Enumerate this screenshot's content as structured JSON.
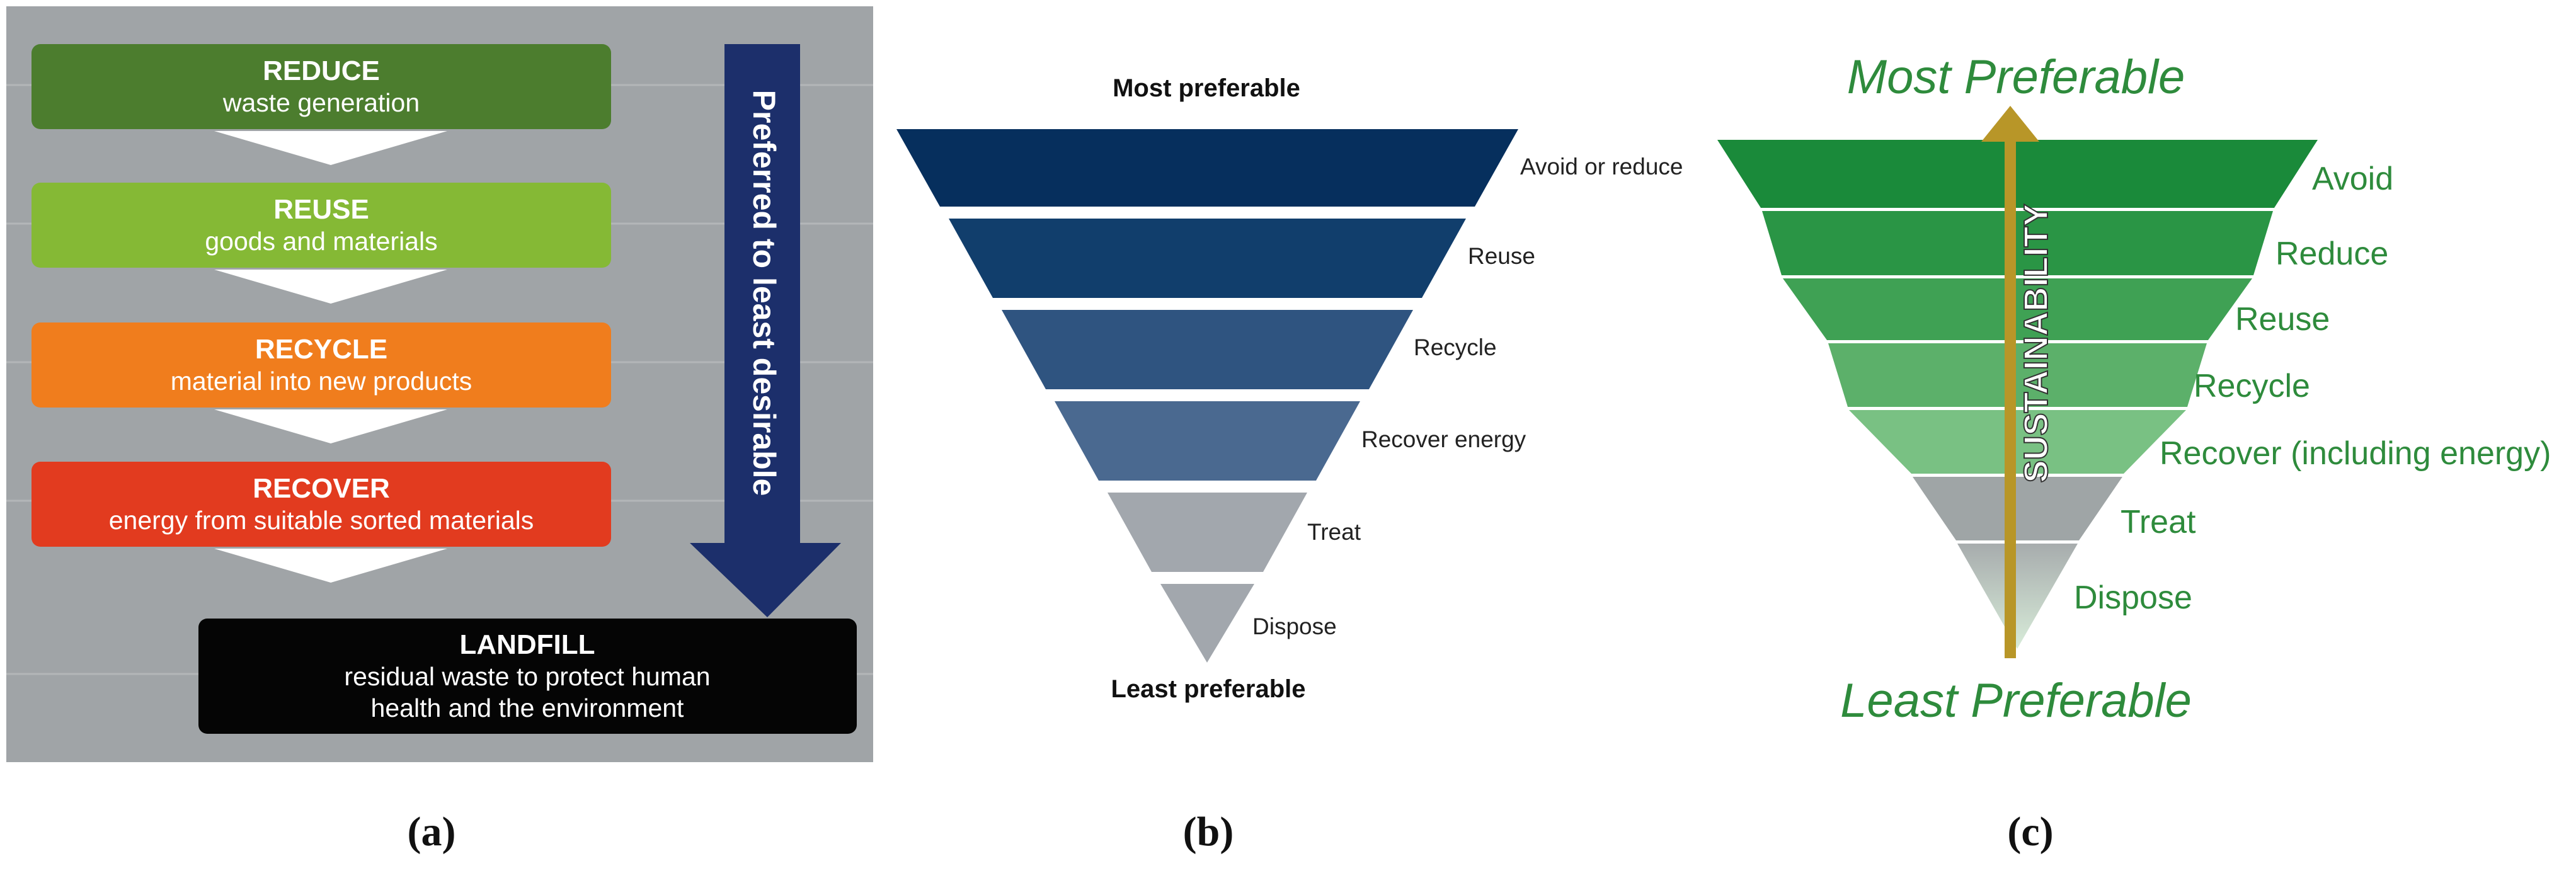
{
  "panel_a": {
    "steps": [
      {
        "title": "REDUCE",
        "subtitle": "waste generation",
        "color": "#4c7d2e"
      },
      {
        "title": "REUSE",
        "subtitle": "goods and materials",
        "color": "#85b935"
      },
      {
        "title": "RECYCLE",
        "subtitle": "material into new products",
        "color": "#f07d1d"
      },
      {
        "title": "RECOVER",
        "subtitle": "energy from suitable sorted materials",
        "color": "#e23b1f"
      }
    ],
    "final": {
      "title": "LANDFILL",
      "subtitle_line1": "residual waste to protect human",
      "subtitle_line2": "health and the environment",
      "color": "#050505"
    },
    "arrow_label": "Preferred to least desirable",
    "arrow_color": "#1c2f6b",
    "background": "#a0a4a7"
  },
  "panel_b": {
    "top_label": "Most preferable",
    "bottom_label": "Least preferable",
    "levels": [
      {
        "label": "Avoid or reduce",
        "color": "#062f5d"
      },
      {
        "label": "Reuse",
        "color": "#113e6c"
      },
      {
        "label": "Recycle",
        "color": "#2f5480"
      },
      {
        "label": "Recover energy",
        "color": "#4a6990"
      },
      {
        "label": "Treat",
        "color": "#a2a7ad"
      },
      {
        "label": "Dispose",
        "color": "#a2a7ad"
      }
    ]
  },
  "panel_c": {
    "top_label": "Most Preferable",
    "bottom_label": "Least Preferable",
    "arrow_label": "SUSTAINABILITY",
    "arrow_color": "#b89628",
    "text_color": "#2e8b3c",
    "levels": [
      {
        "label": "Avoid",
        "color": "#1a8a3a"
      },
      {
        "label": "Reduce",
        "color": "#2a9545"
      },
      {
        "label": "Reuse",
        "color": "#3fa154"
      },
      {
        "label": "Recycle",
        "color": "#5cb06a"
      },
      {
        "label": "Recover (including energy)",
        "color": "#79c183"
      },
      {
        "label": "Treat",
        "color": "#9fa5a6"
      },
      {
        "label": "Dispose",
        "color": "#a7acad"
      }
    ]
  },
  "captions": [
    "(a)",
    "(b)",
    "(c)"
  ]
}
